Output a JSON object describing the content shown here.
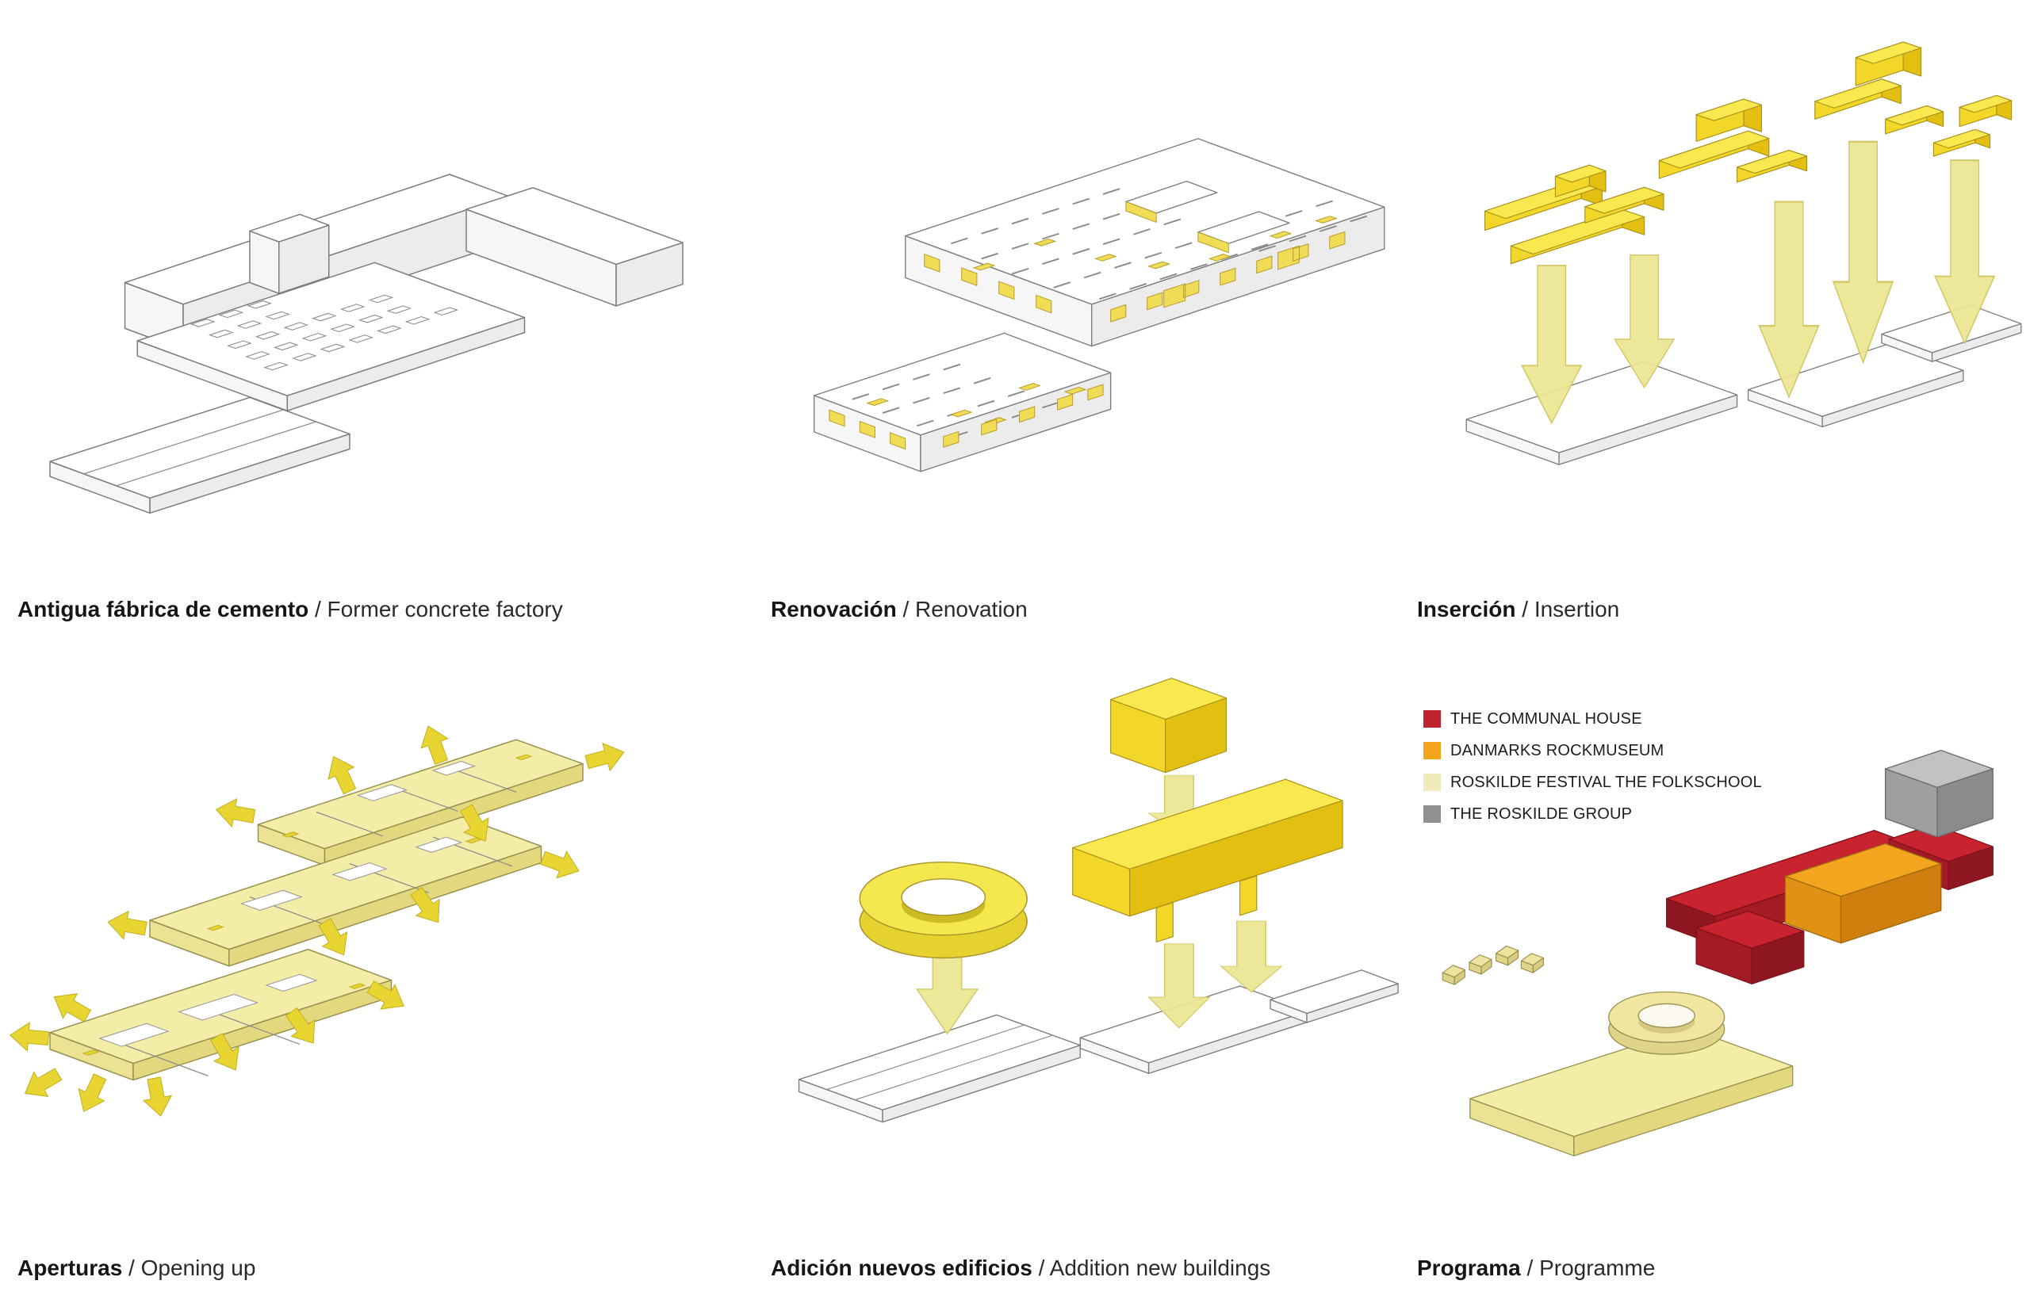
{
  "page": {
    "background": "#ffffff"
  },
  "panels": [
    {
      "id": "former-factory",
      "title_es": "Antigua fábrica de cemento",
      "sep": " / ",
      "title_en": "Former concrete factory"
    },
    {
      "id": "renovation",
      "title_es": "Renovación",
      "sep": " / ",
      "title_en": "Renovation"
    },
    {
      "id": "insertion",
      "title_es": "Inserción",
      "sep": " / ",
      "title_en": "Insertion"
    },
    {
      "id": "openings",
      "title_es": "Aperturas",
      "sep": " / ",
      "title_en": "Opening up"
    },
    {
      "id": "addition",
      "title_es": "Adición nuevos edificios",
      "sep": " / ",
      "title_en": "Addition new buildings"
    },
    {
      "id": "programme",
      "title_es": "Programa",
      "sep": " / ",
      "title_en": "Programme"
    }
  ],
  "legend": {
    "items": [
      {
        "label": "THE COMMUNAL HOUSE",
        "color": "#c0242f"
      },
      {
        "label": "DANMARKS ROCKMUSEUM",
        "color": "#f2a51d"
      },
      {
        "label": "ROSKILDE FESTIVAL THE FOLKSCHOOL",
        "color": "#f0eabc"
      },
      {
        "label": "THE ROSKILDE GROUP",
        "color": "#8e9091"
      }
    ]
  },
  "colors": {
    "highlight_yellow": "#f9e94f",
    "pale_yellow": "#f4eda8",
    "arrow_yellow": "#ece590",
    "small_arrow_yellow": "#e8d531",
    "line_gray": "#7b7b7b",
    "red": "#c92330",
    "orange": "#f3a61d",
    "gray": "#8e9091"
  }
}
